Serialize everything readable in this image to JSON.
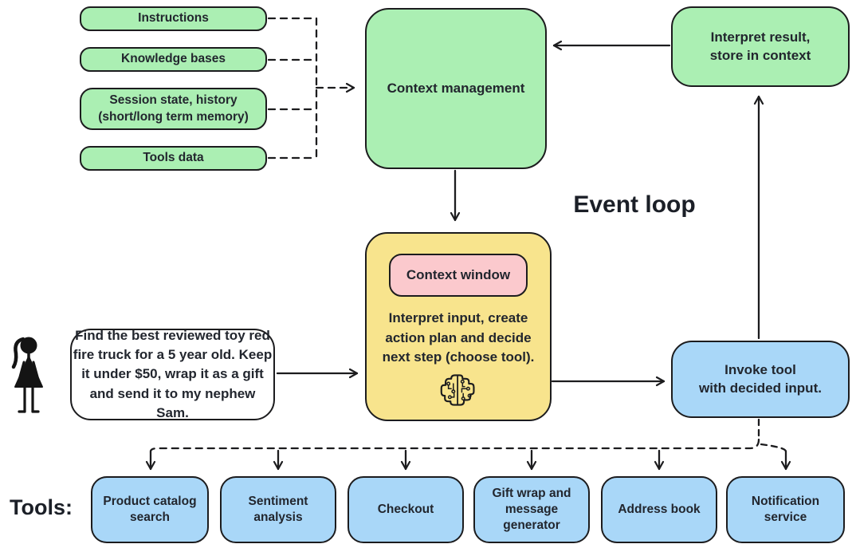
{
  "colors": {
    "green": "#abefb3",
    "yellow": "#f8e48d",
    "pink": "#fbc9cd",
    "blue": "#a9d7f8",
    "stroke": "#1c1c1e",
    "text": "#22262e"
  },
  "labels": {
    "event_loop": "Event loop",
    "tools": "Tools:"
  },
  "sources": {
    "items": [
      "Instructions",
      "Knowledge bases",
      "Session state, history\n(short/long term memory)",
      "Tools data"
    ]
  },
  "context_management": {
    "label": "Context management"
  },
  "interpret_result": {
    "label": "Interpret result,\nstore in context"
  },
  "llm": {
    "context_window_label": "Context window",
    "description": "Interpret input, create\naction plan and decide\nnext step (choose tool).",
    "icon": "circuit-brain-icon"
  },
  "user": {
    "icon": "girl-doodle-icon",
    "message": "Find the best reviewed toy red\nfire truck for a 5 year old. Keep\nit under $50, wrap it as a gift\nand send it to my nephew Sam."
  },
  "invoke_tool": {
    "label": "Invoke tool\nwith decided input."
  },
  "tools": {
    "items": [
      "Product catalog\nsearch",
      "Sentiment\nanalysis",
      "Checkout",
      "Gift wrap and\nmessage\ngenerator",
      "Address book",
      "Notification\nservice"
    ]
  }
}
